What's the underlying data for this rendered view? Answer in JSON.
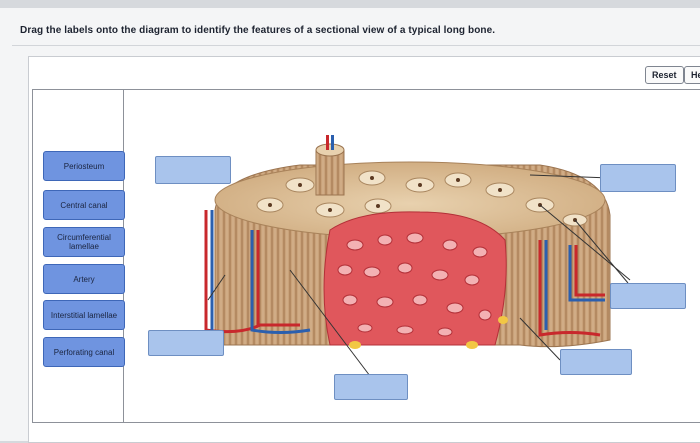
{
  "instruction": "Drag the labels onto the diagram to identify the features of a sectional view of a typical long bone.",
  "buttons": {
    "reset": "Reset",
    "help": "He"
  },
  "labels": [
    "Periosteum",
    "Central canal",
    "Circumferential lamellae",
    "Artery",
    "Interstitial lamellae",
    "Perforating canal"
  ],
  "drop_targets": [
    "",
    "",
    "",
    "",
    "",
    ""
  ],
  "colors": {
    "label_fill": "#6f94e0",
    "target_fill": "#a9c4ec",
    "bone_tan": "#c9a27a",
    "spongy_red": "#d9424b",
    "vessel_red": "#c8282c",
    "vessel_blue": "#2b5fae"
  }
}
